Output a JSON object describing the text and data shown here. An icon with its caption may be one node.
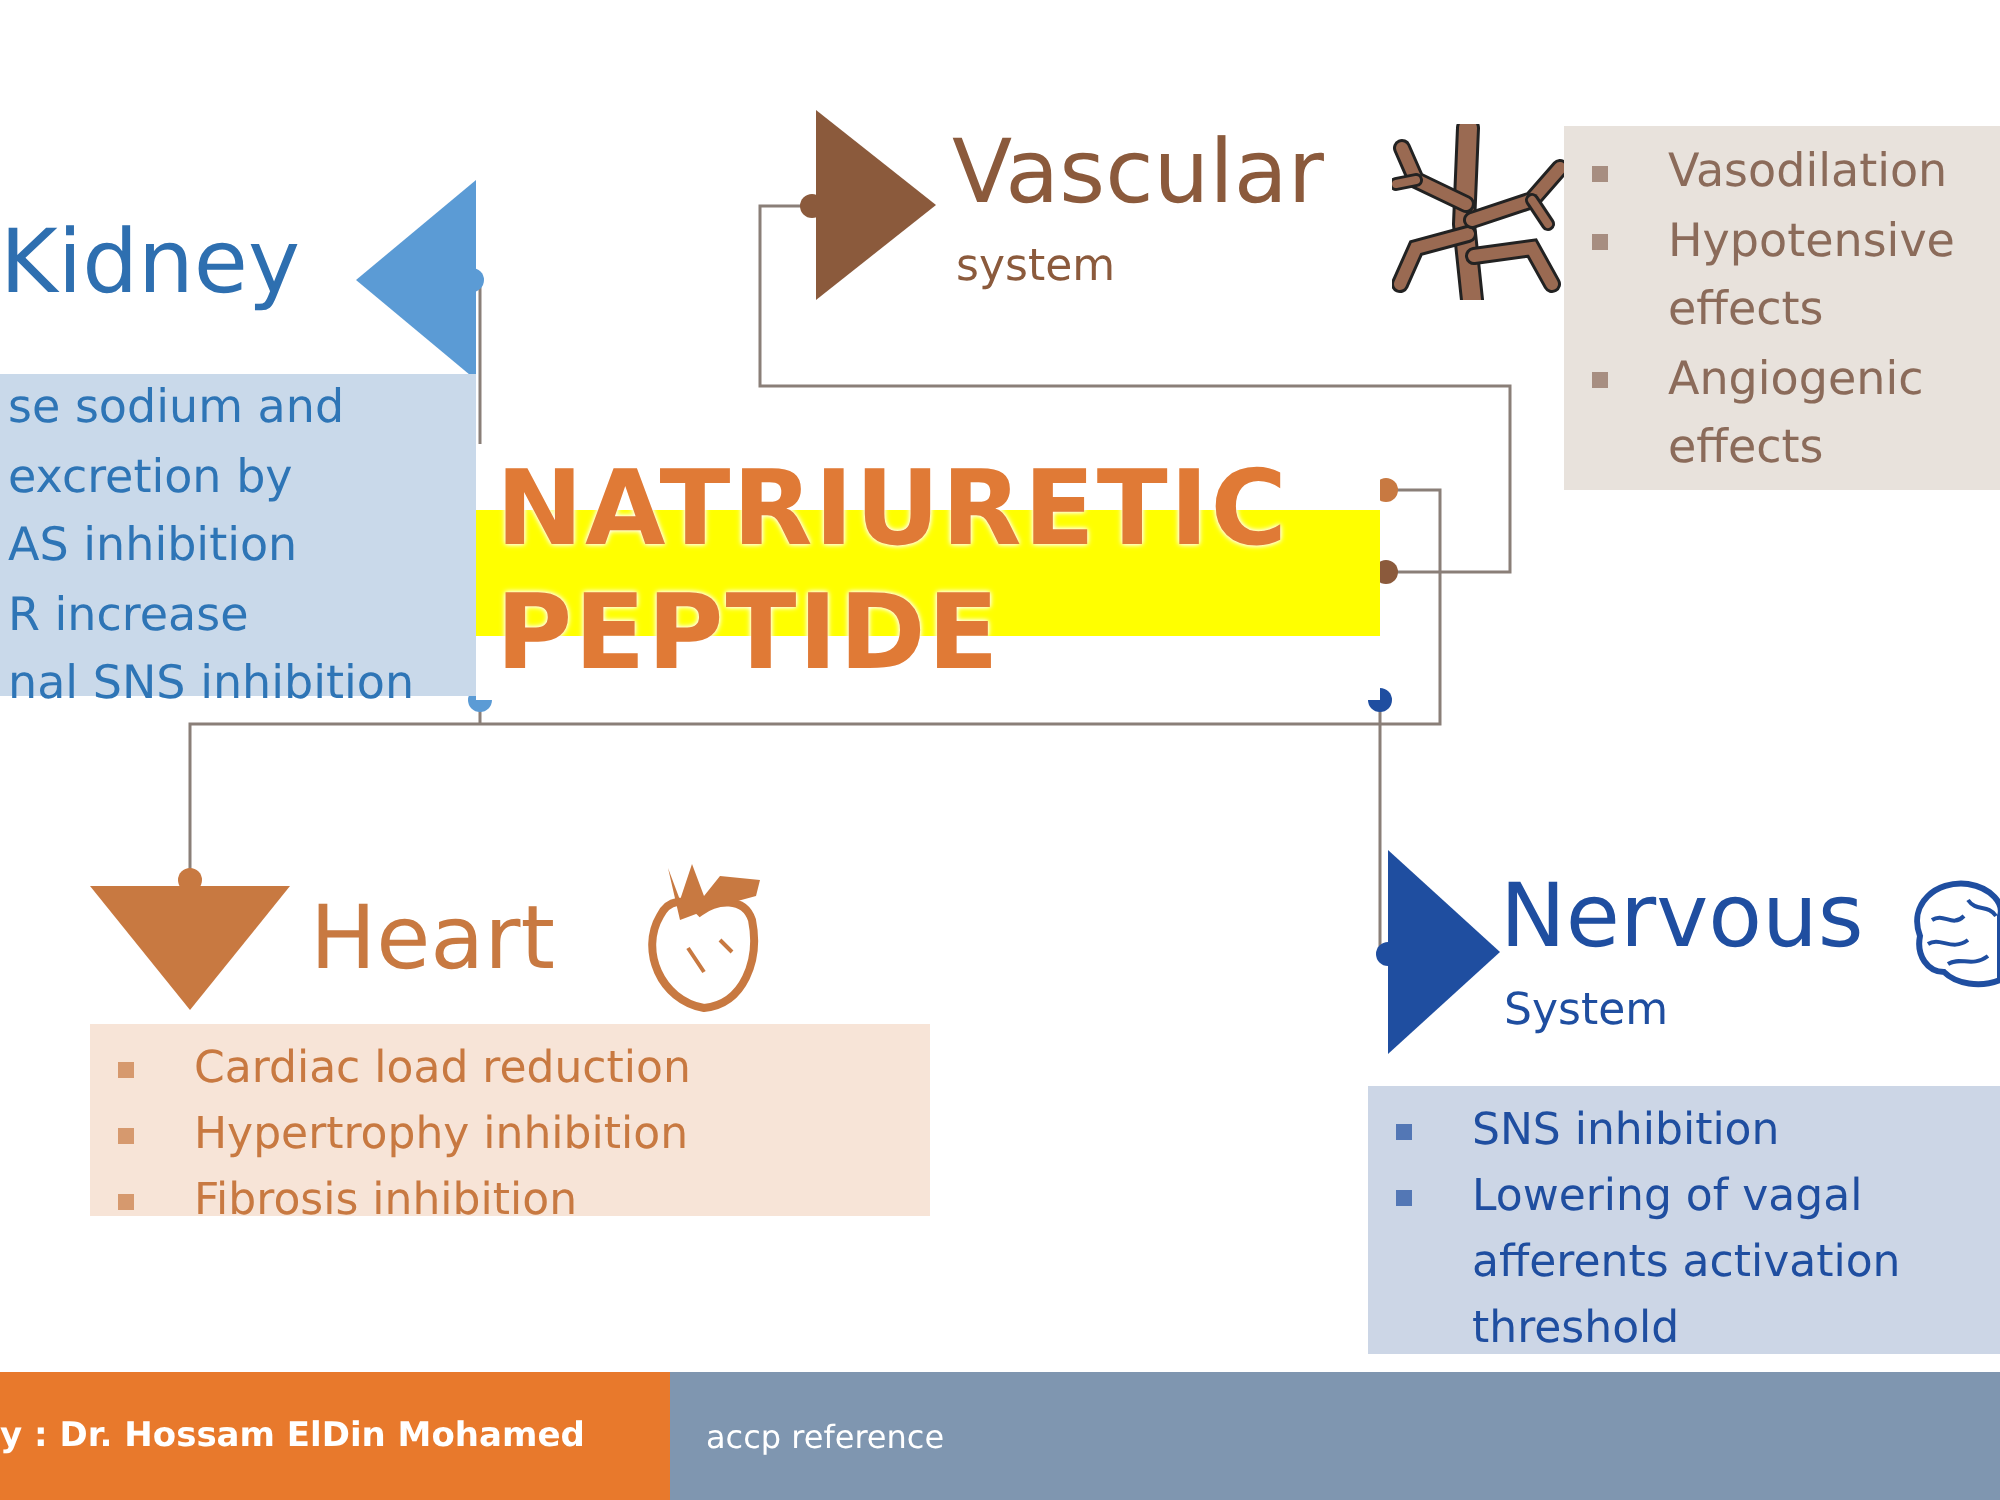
{
  "diagram": {
    "nodes": [
      {
        "text": [
          "NATRIURETIC PEPTIDE"
        ]
      },
      {
        "text": [
          "Kidney"
        ]
      },
      {
        "text": [
          "se sodium and",
          "excretion by",
          "AS inhibition",
          "R increase",
          "nal SNS inhibition"
        ]
      },
      {
        "text": [
          "Vascular",
          "system"
        ]
      },
      {
        "text": [
          "Vasodilation",
          "Hypotensive effects",
          "Angiogenic effects"
        ]
      },
      {
        "text": [
          "Heart"
        ]
      },
      {
        "text": [
          "Cardiac load reduction",
          "Hypertrophy inhibition",
          "Fibrosis inhibition"
        ]
      },
      {
        "text": [
          "Nervous",
          "System"
        ]
      },
      {
        "text": [
          "SNS inhibition",
          "Lowering of vagal afferents activation threshold"
        ]
      }
    ],
    "edges": [
      {
        "from": 0,
        "to": 1,
        "arrow": "other"
      },
      {
        "from": 0,
        "to": 3,
        "arrow": "other"
      },
      {
        "from": 0,
        "to": 5,
        "arrow": "other"
      },
      {
        "from": 0,
        "to": 7,
        "arrow": "other"
      }
    ],
    "labels": [
      "y : Dr. Hossam ElDin Mohamed",
      "accp reference"
    ]
  }
}
